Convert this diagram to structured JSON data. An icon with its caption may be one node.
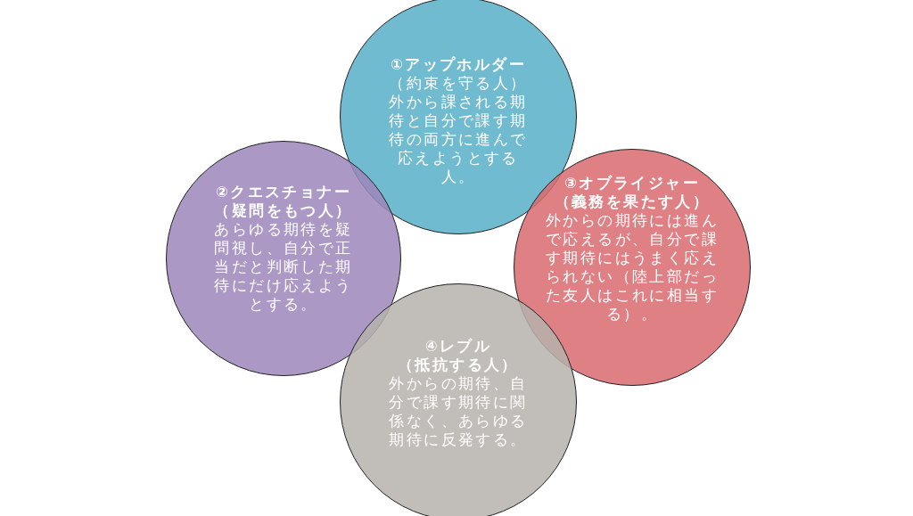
{
  "diagram": {
    "nodes": [
      {
        "text": [
          "①アップホルダー",
          "（約束を守る人）",
          "外から課される期待と自分で課す期待の両方に進んで応えようとする人。"
        ]
      },
      {
        "text": [
          "②クエスチョナー",
          "（疑問をもつ人）",
          "あらゆる期待を疑問視し、自分で正当だと判断した期待にだけ応えようとする。"
        ]
      },
      {
        "text": [
          "③オブライジャー",
          "（義務を果たす人）",
          "外からの期待には進んで応えるが、自分で課す期待にはうまく応えられない（陸上部だった友人はこれに相当する）。"
        ]
      },
      {
        "text": [
          "④レブル",
          "（抵抗する人）",
          "外からの期待、自分で課す期待に関係なく、あらゆる期待に反発する。"
        ]
      }
    ]
  }
}
